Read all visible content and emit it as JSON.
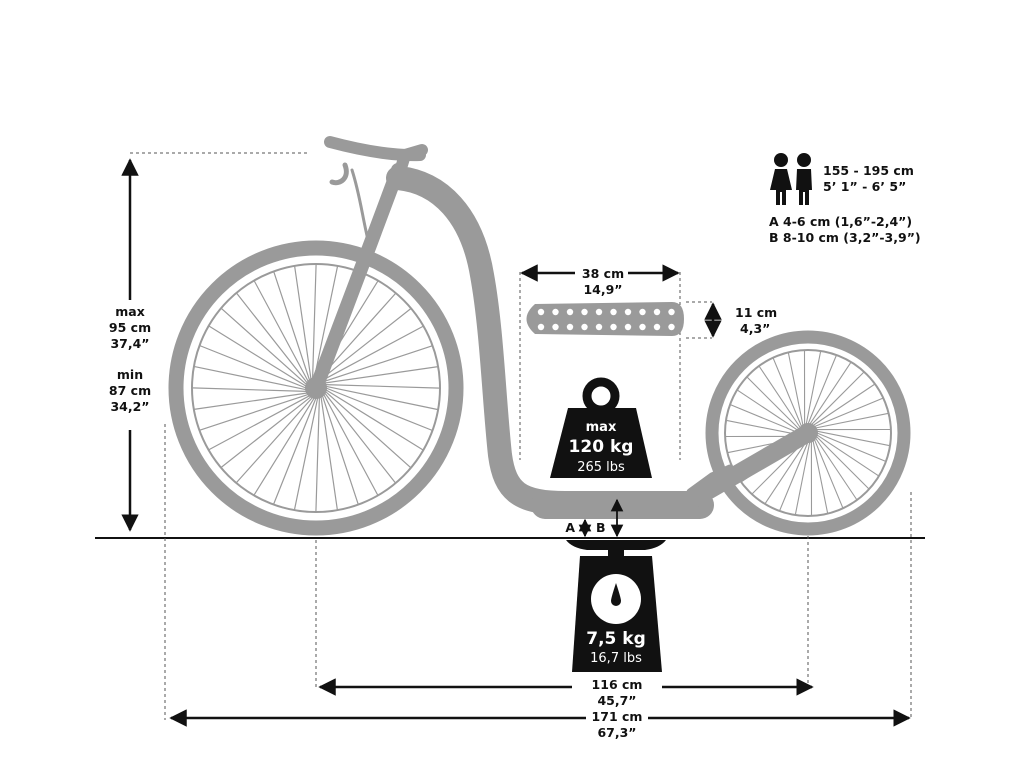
{
  "colors": {
    "scooter": "#9a9a9a",
    "ink": "#111111",
    "weight_fill": "#111111",
    "weight_text": "#ffffff",
    "background": "#ffffff"
  },
  "height": {
    "max_label": "max",
    "max_cm": "95 cm",
    "max_in": "37,4”",
    "min_label": "min",
    "min_cm": "87 cm",
    "min_in": "34,2”"
  },
  "rider": {
    "icon": "rider-height-icon",
    "range_cm": "155 - 195 cm",
    "range_in": "5’ 1” - 6’ 5”",
    "clearance_a": "A 4-6 cm (1,6”-2,4”)",
    "clearance_b": "B 8-10 cm (3,2”-3,9”)"
  },
  "deck": {
    "length_cm": "38 cm",
    "length_in": "14,9”",
    "width_cm": "11 cm",
    "width_in": "4,3”"
  },
  "load": {
    "icon": "max-load-weight-icon",
    "label": "max",
    "kg": "120 kg",
    "lbs": "265 lbs"
  },
  "ground_clearance": {
    "a": "A",
    "b": "B"
  },
  "scale": {
    "icon": "scale-icon",
    "kg": "7,5 kg",
    "lbs": "16,7 lbs"
  },
  "wheelbase": {
    "cm": "116 cm",
    "in": "45,7”"
  },
  "total_length": {
    "cm": "171 cm",
    "in": "67,3”"
  }
}
